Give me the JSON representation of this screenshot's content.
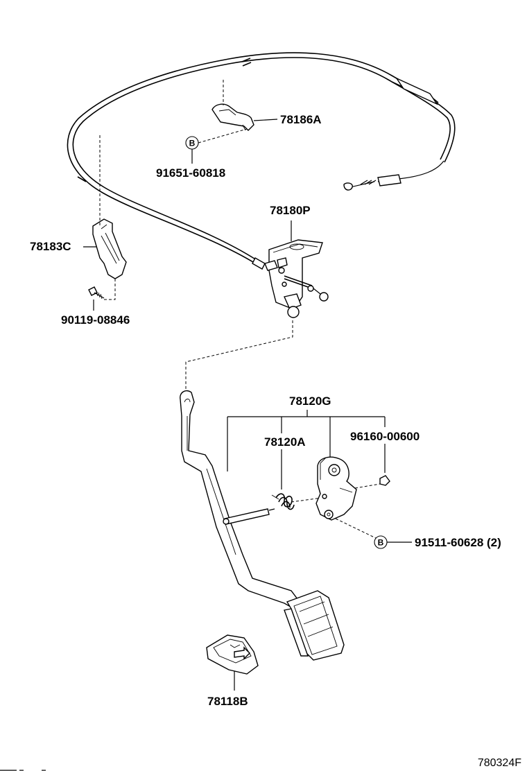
{
  "labels": {
    "p78186A": "78186A",
    "p91651": "91651-60818",
    "p78180P": "78180P",
    "p78183C": "78183C",
    "p90119": "90119-08846",
    "p78120G": "78120G",
    "p78120A": "78120A",
    "p96160": "96160-00600",
    "p91511": "91511-60628 (2)",
    "p78118B": "78118B"
  },
  "callouts": {
    "b_upper": "B",
    "b_lower": "B"
  },
  "figure_code": "780324F",
  "colors": {
    "ink": "#000000",
    "background": "#ffffff"
  }
}
